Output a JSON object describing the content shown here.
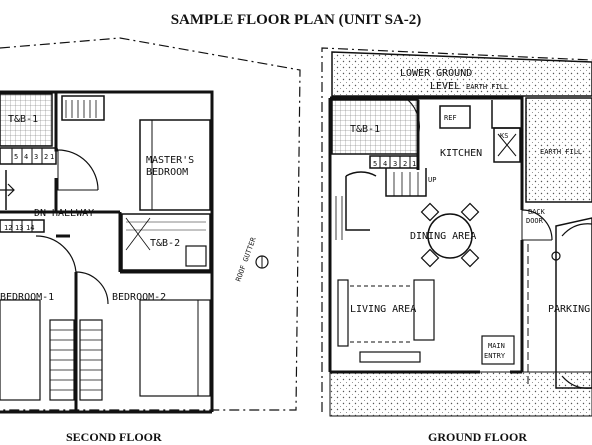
{
  "title": "SAMPLE FLOOR PLAN (UNIT SA-2)",
  "second_floor": {
    "caption": "SECOND FLOOR",
    "rooms": {
      "tb1": "T&B-1",
      "masters_bedroom_line1": "MASTER'S",
      "masters_bedroom_line2": "BEDROOM",
      "hallway": "HALLWAY",
      "dn": "DN",
      "tb2": "T&B-2",
      "roof_gutter": "ROOF GUTTER",
      "bedroom1": "BEDROOM-1",
      "bedroom2": "BEDROOM-2"
    },
    "stair_numbers_top": [
      "5",
      "4",
      "3",
      "2",
      "1"
    ],
    "stair_numbers_bottom": [
      "12",
      "13",
      "14"
    ]
  },
  "ground_floor": {
    "caption": "GROUND FLOOR",
    "rooms": {
      "lower_ground_line1": "LOWER GROUND",
      "lower_ground_line2": "LEVEL",
      "earth_fill_top": "EARTH FILL",
      "tb1": "T&B-1",
      "ref": "REF",
      "ks": "KS",
      "kitchen": "KITCHEN",
      "earth_fill_right": "EARTH FILL",
      "up": "UP",
      "back_door_line1": "BACK",
      "back_door_line2": "DOOR",
      "dining_area": "DINING AREA",
      "living_area": "LIVING AREA",
      "parking": "PARKING",
      "main_entry_line1": "MAIN",
      "main_entry_line2": "ENTRY"
    },
    "stair_numbers": [
      "5",
      "4",
      "3",
      "2",
      "1"
    ]
  }
}
